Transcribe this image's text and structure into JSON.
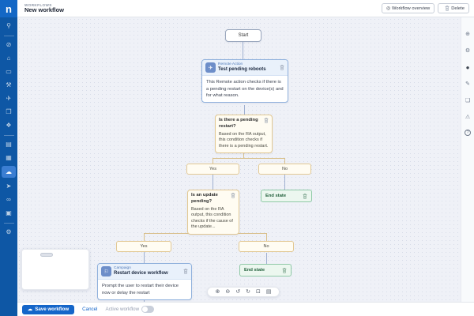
{
  "app": {
    "logo": "n"
  },
  "header": {
    "breadcrumb": "WORKFLOWS",
    "title": "New workflow",
    "overview_button": {
      "icon": "◎",
      "label": "Workflow overview"
    },
    "delete_button": {
      "label": "Delete"
    }
  },
  "sidebar": {
    "items": [
      {
        "name": "search",
        "glyph": "⚲"
      },
      {
        "name": "dashboard",
        "glyph": "⊘"
      },
      {
        "name": "alerts",
        "glyph": "⌂"
      },
      {
        "name": "devices",
        "glyph": "▭"
      },
      {
        "name": "tools",
        "glyph": "⚒"
      },
      {
        "name": "deploy",
        "glyph": "✈"
      },
      {
        "name": "packages",
        "glyph": "❒"
      },
      {
        "name": "links",
        "glyph": "❖"
      },
      {
        "name": "reports",
        "glyph": "▤"
      },
      {
        "name": "organizations",
        "glyph": "▦"
      },
      {
        "name": "automation",
        "glyph": "☁",
        "active": true
      },
      {
        "name": "remote",
        "glyph": "➤"
      },
      {
        "name": "integrations",
        "glyph": "∞"
      },
      {
        "name": "documentation",
        "glyph": "▣"
      },
      {
        "name": "settings",
        "glyph": "⚙"
      }
    ]
  },
  "right_rail": {
    "icons": [
      {
        "name": "add",
        "glyph": "⊕"
      },
      {
        "name": "settings",
        "glyph": "⚙"
      },
      {
        "name": "profile",
        "glyph": "●"
      },
      {
        "name": "edit",
        "glyph": "✎"
      },
      {
        "name": "bookmark",
        "glyph": "❏"
      },
      {
        "name": "warnings",
        "glyph": "⚠"
      },
      {
        "name": "help",
        "glyph": "?"
      }
    ]
  },
  "workflow": {
    "start": {
      "label": "Start"
    },
    "remote_action": {
      "type_label": "Remote Action",
      "icon": "✈",
      "title": "Test pending reboots",
      "description": "This Remote action checks if there is a pending restart on the device(s) and for what reason."
    },
    "condition_restart": {
      "title": "Is there a pending restart?",
      "description": "Based on the RA output, this condition checks if there is a pending restart."
    },
    "branch1": {
      "yes": "Yes",
      "no": "No"
    },
    "condition_update": {
      "title": "Is an update pending?",
      "description": "Based on the RA output, this condition checks if the cause of the update..."
    },
    "end_state_1": {
      "label": "End state"
    },
    "branch2": {
      "yes": "Yes",
      "no": "No"
    },
    "campaign": {
      "type_label": "Campaign",
      "icon": "⚐",
      "title": "Restart device workflow",
      "description": "Prompt the user to restart their device now or delay the restart"
    },
    "end_state_2": {
      "label": "End state"
    }
  },
  "canvas_toolbar": {
    "icons": [
      {
        "name": "zoom-in",
        "glyph": "⊕"
      },
      {
        "name": "zoom-out",
        "glyph": "⊖"
      },
      {
        "name": "undo",
        "glyph": "↺"
      },
      {
        "name": "redo",
        "glyph": "↻"
      },
      {
        "name": "fit-view",
        "glyph": "⊡"
      },
      {
        "name": "auto-layout",
        "glyph": "▤"
      }
    ]
  },
  "footer": {
    "save_button": {
      "icon": "☁",
      "label": "Save workflow"
    },
    "cancel_label": "Cancel",
    "active_toggle_label": "Active workflow"
  },
  "colors": {
    "accent": "#1566c9",
    "sidebar": "#0e57a5",
    "sidebar_active": "#3b7ed2",
    "action_border": "#8fb0dc",
    "condition_border": "#e2c893",
    "end_border": "#8fc9a6",
    "connector": "#9fb0d0",
    "branch_connector": "#d8bf8a"
  }
}
